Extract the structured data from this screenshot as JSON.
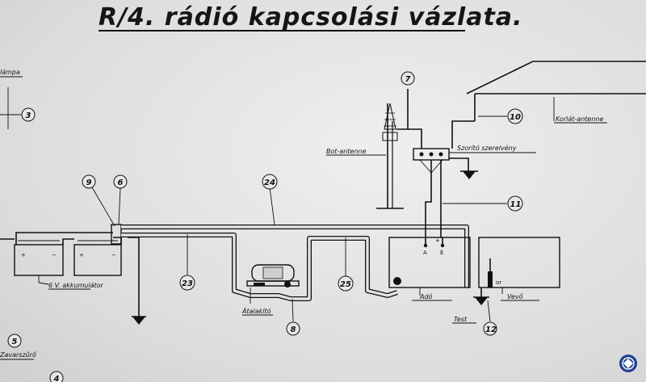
{
  "title": "R/4. rádió kapcsolási vázlata.",
  "labels": {
    "lampa": "lámpa",
    "bot_antenne": "Bot-antenne",
    "korlat_antenne": "Korlát-antenne",
    "szorito_szerelveny": "Szorító szerelvény",
    "akkumulator": "6 V. akkumulátor",
    "atalakito": "Átalakító",
    "ado": "Adó",
    "vevo": "Vevő",
    "test": "Test",
    "zavarszuro": "Zavarszűrő",
    "term_a": "A",
    "term_e": "E",
    "term_or": "or"
  },
  "callouts": [
    "3",
    "5",
    "4",
    "6",
    "7",
    "8",
    "9",
    "10",
    "11",
    "12",
    "23",
    "24",
    "25"
  ],
  "colors": {
    "ink": "#111111",
    "paper": "#e6e6e6",
    "logo": "#1f3f8f"
  },
  "icons": [
    "ground-symbol",
    "battery-icon",
    "converter-icon",
    "antenna-icon",
    "logo-seal"
  ]
}
